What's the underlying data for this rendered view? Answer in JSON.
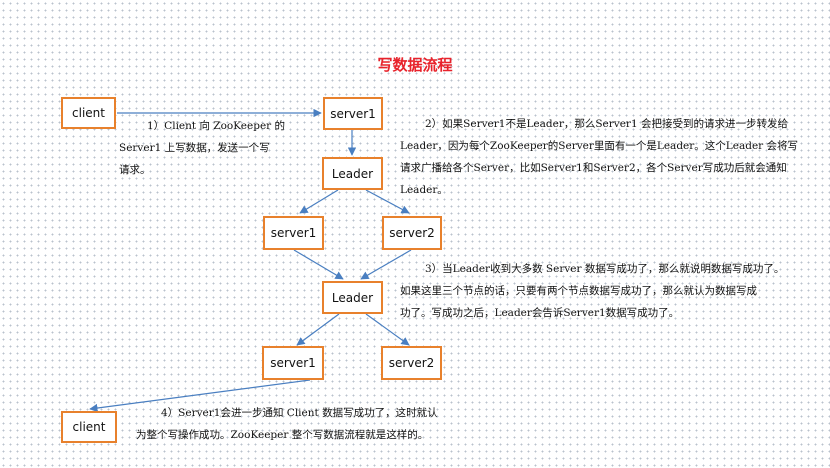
{
  "title": "写数据流程",
  "nodes": {
    "client_top": "client",
    "server1_top": "server1",
    "leader_1": "Leader",
    "server1_mid": "server1",
    "server2_mid": "server2",
    "leader_2": "Leader",
    "server1_bottom": "server1",
    "server2_bottom": "server2",
    "client_bottom": "client"
  },
  "notes": {
    "step1": [
      "1）Client 向 ZooKeeper 的",
      "Server1 上写数据，发送一个写",
      "请求。"
    ],
    "step2": [
      "2）如果Server1不是Leader，那么Server1 会把接受到的请求进一步转发给",
      "Leader，因为每个ZooKeeper的Server里面有一个是Leader。这个Leader 会将写",
      "请求广播给各个Server，比如Server1和Server2，各个Server写成功后就会通知",
      "Leader。"
    ],
    "step3": [
      "3）当Leader收到大多数 Server 数据写成功了，那么就说明数据写成功了。",
      "如果这里三个节点的话，只要有两个节点数据写成功了，那么就认为数据写成",
      "功了。写成功之后，Leader会告诉Server1数据写成功了。"
    ],
    "step4": [
      "4）Server1会进一步通知 Client 数据写成功了，这时就认",
      "为整个写操作成功。ZooKeeper 整个写数据流程就是这样的。"
    ]
  },
  "colors": {
    "title": "#e8222b",
    "node_border": "#e8812c",
    "arrow": "#4a7fc1",
    "text": "#111111"
  }
}
